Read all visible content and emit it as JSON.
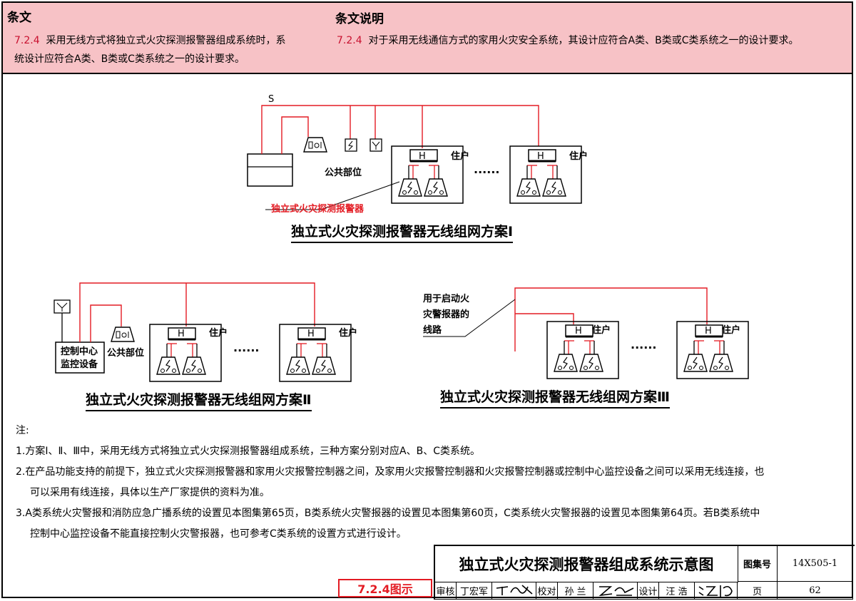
{
  "header": {
    "left_title": "条文",
    "right_title": "条文说明",
    "left_num": "7.2.4",
    "left_line1": "采用无线方式将独立式火灾探测报警器组成系统时，系",
    "left_line2": "统设计应符合A类、B类或C类系统之一的设计要求。",
    "right_num": "7.2.4",
    "right_line1": "对于采用无线通信方式的家用火灾安全系统，其设计应符合A类、B类或C类系统之一的设计要求。"
  },
  "diagram": {
    "s_label": "S",
    "public_area": "公共部位",
    "resident": "住户",
    "h_label": "H",
    "ellipsis": "······",
    "detector_callout": "独立式火灾探测报警器",
    "control_center_line1": "控制中心",
    "control_center_line2": "监控设备",
    "start_alarm_line1": "用于启动火",
    "start_alarm_line2": "灾警报器的",
    "start_alarm_line3": "线路",
    "scheme1_title": "独立式火灾探测报警器无线组网方案Ⅰ",
    "scheme2_title": "独立式火灾探测报警器无线组网方案Ⅱ",
    "scheme3_title": "独立式火灾探测报警器无线组网方案Ⅲ",
    "colors": {
      "wire": "#e31b23",
      "line": "#000000"
    }
  },
  "notes": {
    "heading": "注:",
    "n1": "1.方案Ⅰ、Ⅱ、Ⅲ中，采用无线方式将独立式火灾探测报警器组成系统，三种方案分别对应A、B、C类系统。",
    "n2a": "2.在产品功能支持的前提下，独立式火灾探测报警器和家用火灾报警控制器之间，及家用火灾报警控制器和火灾报警控制器或控制中心监控设备之间可以采用无线连接，也",
    "n2b": "可以采用有线连接，具体以生产厂家提供的资料为准。",
    "n3a": "3.A类系统火灾警报和消防应急广播系统的设置见本图集第65页，B类系统火灾警报器的设置见本图集第60页，C类系统火灾警报器的设置见本图集第64页。若B类系统中",
    "n3b": "控制中心监控设备不能直接控制火灾警报器，也可参考C类系统的设置方式进行设计。"
  },
  "title_block": {
    "title": "独立式火灾探测报警器组成系统示意图",
    "atlas_label": "图集号",
    "atlas_no": "14X505-1",
    "review_label": "审核",
    "reviewer": "丁宏军",
    "check_label": "校对",
    "checker": "孙 兰",
    "design_label": "设计",
    "designer": "汪 浩",
    "page_label": "页",
    "page_no": "62",
    "figure_tag": "7.2.4图示"
  }
}
